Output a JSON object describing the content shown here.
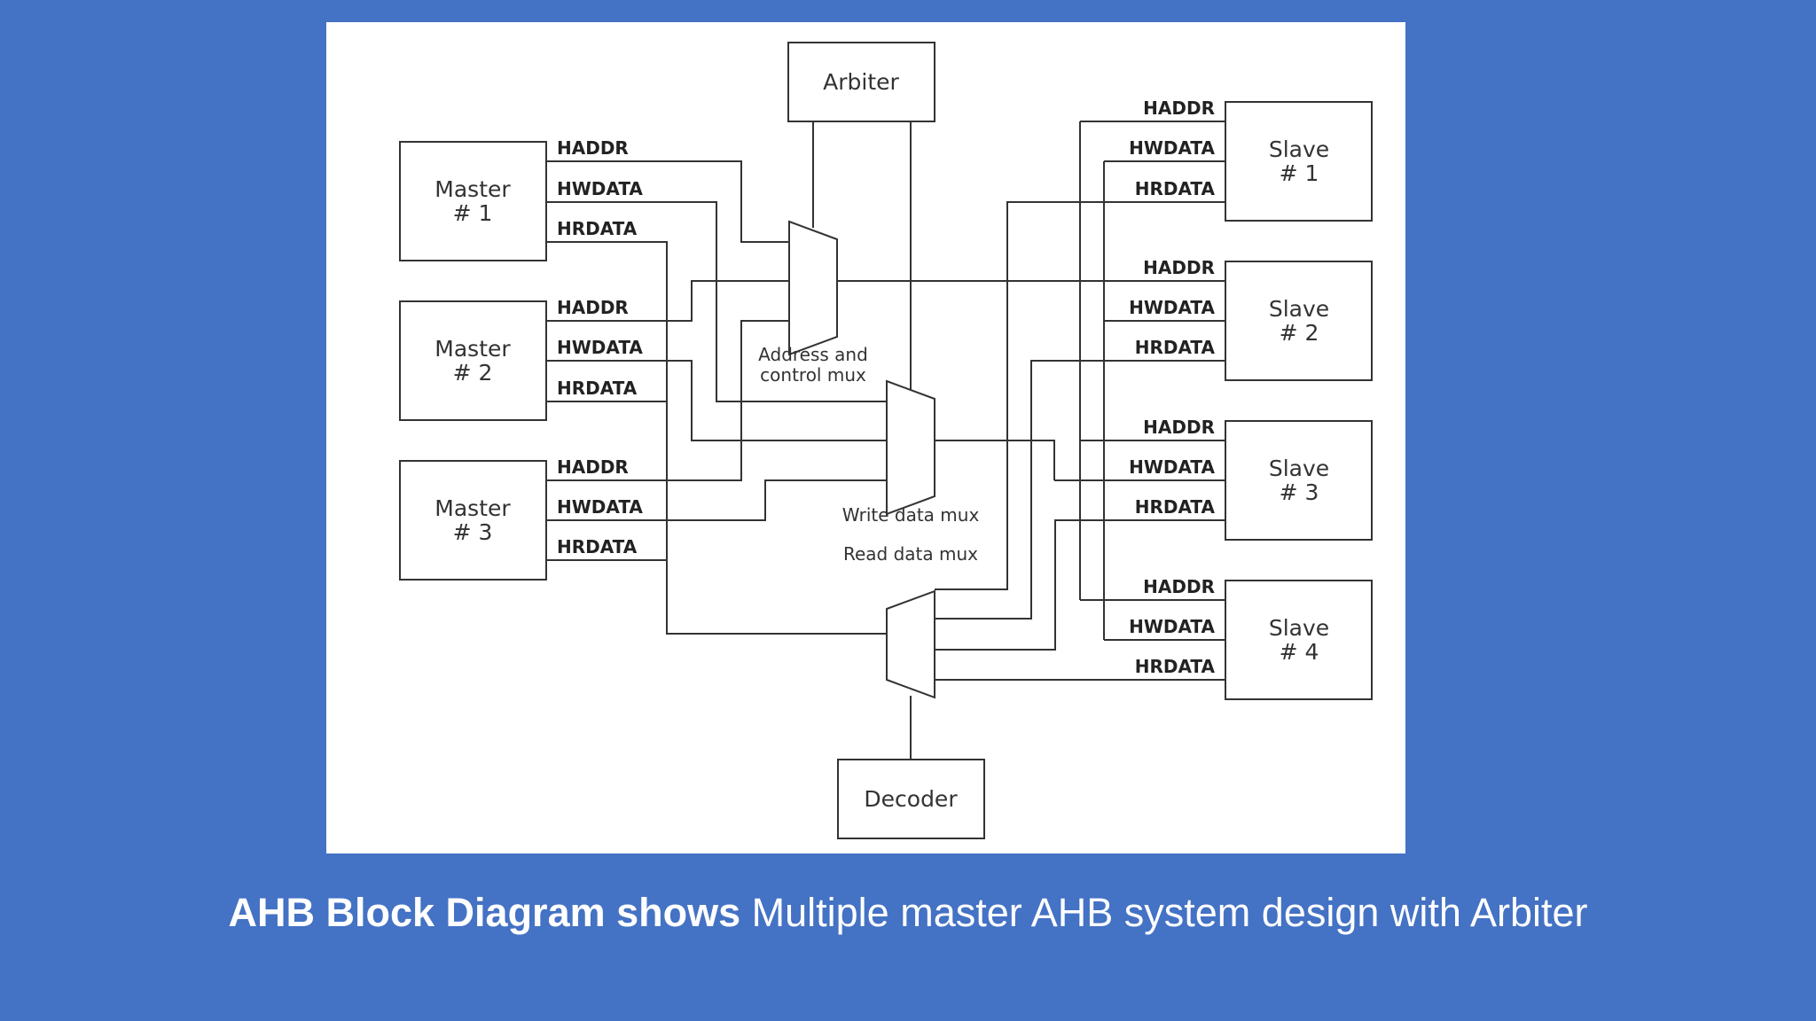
{
  "diagram": {
    "arbiter": "Arbiter",
    "decoder": "Decoder",
    "masters": [
      {
        "line1": "Master",
        "line2": "# 1"
      },
      {
        "line1": "Master",
        "line2": "# 2"
      },
      {
        "line1": "Master",
        "line2": "# 3"
      }
    ],
    "slaves": [
      {
        "line1": "Slave",
        "line2": "# 1"
      },
      {
        "line1": "Slave",
        "line2": "# 2"
      },
      {
        "line1": "Slave",
        "line2": "# 3"
      },
      {
        "line1": "Slave",
        "line2": "# 4"
      }
    ],
    "signals": {
      "haddr": "HADDR",
      "hwdata": "HWDATA",
      "hrdata": "HRDATA"
    },
    "mux_labels": {
      "addr_line1": "Address and",
      "addr_line2": "control mux",
      "write": "Write data mux",
      "read": "Read data mux"
    }
  },
  "caption": {
    "bold": "AHB Block Diagram shows",
    "normal": " Multiple master AHB system design with Arbiter"
  }
}
